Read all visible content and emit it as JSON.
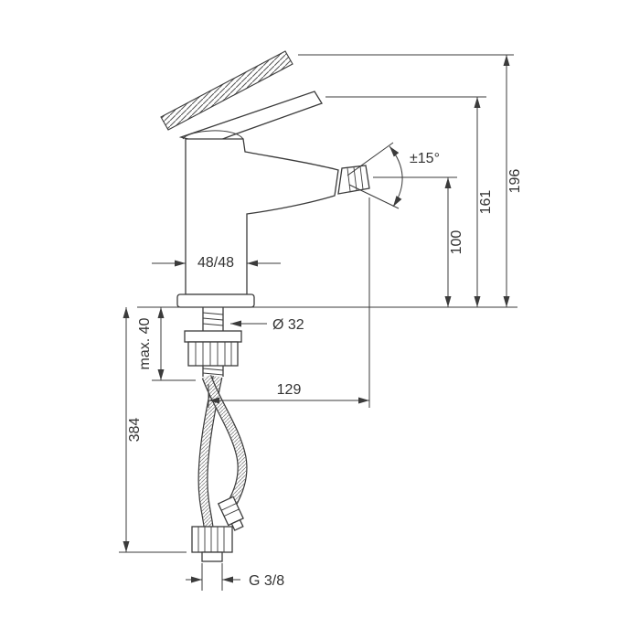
{
  "drawing": {
    "title": "faucet-dimension-drawing",
    "colors": {
      "line": "#3b3b3b",
      "text": "#333333",
      "background": "#ffffff"
    },
    "labels": {
      "height_total": "196",
      "height_body": "161",
      "height_outlet": "100",
      "swivel_angle": "±15°",
      "base_width": "48/48",
      "hole_diameter": "Ø 32",
      "spout_reach": "129",
      "mounting_thickness": "max. 40",
      "hose_length": "384",
      "connection_thread": "G 3/8"
    }
  }
}
